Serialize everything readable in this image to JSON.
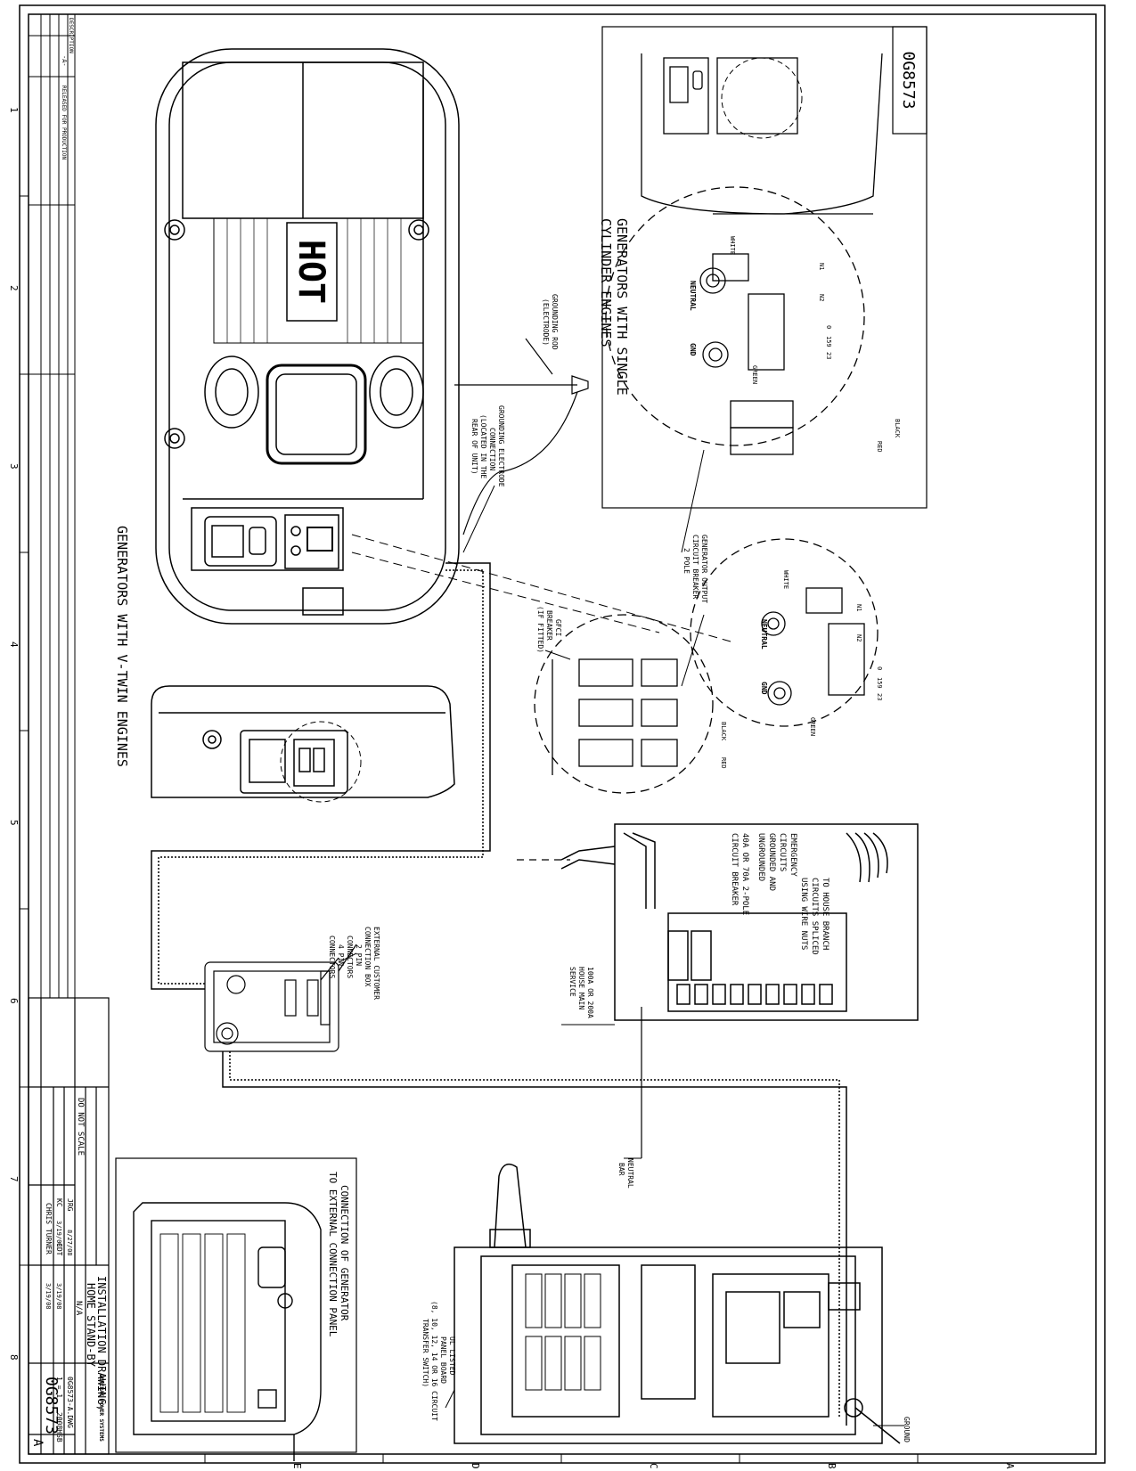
{
  "drawing_number": "0G8573",
  "revision": "A",
  "labels": {
    "hot": "HOT",
    "vtwin_title": "GENERATORS WITH V-TWIN ENGINES",
    "single_title_1": "GENERATORS WITH SINGLE",
    "single_title_2": "CYLINDER ENGINES",
    "grounding_rod_1": "GROUNDING ROD",
    "grounding_rod_2": "(ELECTRODE)",
    "grounding_conn_1": "GROUNDING ELECTRODE",
    "grounding_conn_2": "CONNECTION",
    "grounding_conn_3": "(LOCATED IN THE",
    "grounding_conn_4": "REAR OF UNIT)",
    "gen_output_1": "GENERATOR OUTPUT",
    "gen_output_2": "CIRCUIT BREAKER",
    "gen_output_3": "2 POLE",
    "gfci_1": "GFCI",
    "gfci_2": "BREAKER",
    "gfci_3": "(IF FITTED)",
    "ext_box_1": "EXTERNAL CUSTOMER",
    "ext_box_2": "CONNECTION BOX",
    "pin2_1": "2 PIN",
    "pin2_2": "CONNECTORS",
    "pin4_1": "4 PIN",
    "pin4_2": "CONNECTORS",
    "house_branch_1": "TO HOUSE BRANCH",
    "house_branch_2": "CIRCUITS SPLICED",
    "house_branch_3": "USING WIRE NUTS",
    "emergency_1": "EMERGENCY",
    "emergency_2": "CIRCUITS",
    "emergency_3": "GROUNDED AND",
    "emergency_4": "UNGROUNDED",
    "breaker_1": "40A OR 70A 2-POLE",
    "breaker_2": "CIRCUIT BREAKER",
    "service_1": "100A OR 200A",
    "service_2": "HOUSE MAIN",
    "service_3": "SERVICE",
    "neutral_bar_1": "NEUTRAL",
    "neutral_bar_2": "BAR",
    "ground": "GROUND",
    "ul_1": "UL LISTED",
    "ul_2": "PANEL BOARD",
    "ul_3": "(8, 10, 12, 14 OR 16 CIRCUIT",
    "ul_4": "TRANSFER SWITCH)",
    "connection_1": "CONNECTION OF GENERATOR",
    "connection_2": "TO EXTERNAL CONNECTION PANEL",
    "white": "WHITE",
    "neutral": "NEUTRAL",
    "gnd": "GND",
    "green": "GREEN",
    "black": "BLACK",
    "red": "RED",
    "n1": "N1",
    "n2": "N2",
    "t0": "0",
    "t159": "159",
    "t23": "23"
  },
  "grid": {
    "columns": [
      "1",
      "2",
      "3",
      "4",
      "5",
      "6",
      "7",
      "8"
    ],
    "rows": [
      "A",
      "B",
      "C",
      "D",
      "E"
    ]
  },
  "revision_block": {
    "header": "DESCRIPTION",
    "zone": "-A-",
    "description": "RELEASED FOR PRODUCTION"
  },
  "title_block": {
    "title_1": "INSTALLATION DRAWING,",
    "title_2": "HOME STAND-BY",
    "material": "N/A",
    "do_not_scale": "DO NOT SCALE",
    "file": "0G8573-A.DWG",
    "scale": "1 = 1",
    "drawn_by": "JRG",
    "drawn_date": "8/27/08",
    "checked_by": "KC",
    "checked_date": "3/19/08",
    "approved_by": "CDT",
    "approved_date": "3/19/08",
    "engineer": "CHRIS TURNER",
    "engineer_date": "3/19/08",
    "sheet": "2008HSB",
    "company": "GENERAC POWER SYSTEMS"
  }
}
